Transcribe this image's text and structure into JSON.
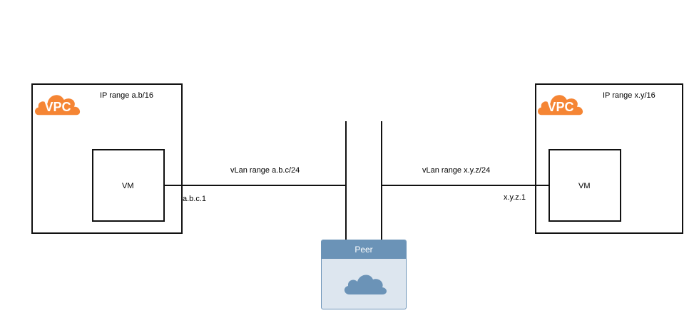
{
  "left_vpc": {
    "badge": "VPC",
    "ip_range": "IP range a.b/16",
    "vm_label": "VM",
    "interface_ip": "a.b.c.1",
    "vlan_range": "vLan range a.b.c/24"
  },
  "right_vpc": {
    "badge": "VPC",
    "ip_range": "IP range x.y/16",
    "vm_label": "VM",
    "interface_ip": "x.y.z.1",
    "vlan_range": "vLan range x.y.z/24"
  },
  "peer": {
    "label": "Peer",
    "icon": "cloud-icon"
  },
  "colors": {
    "vpc_orange": "#f58534",
    "peer_blue": "#6b93b7",
    "peer_fill": "#dde6ef",
    "line": "#111111"
  }
}
